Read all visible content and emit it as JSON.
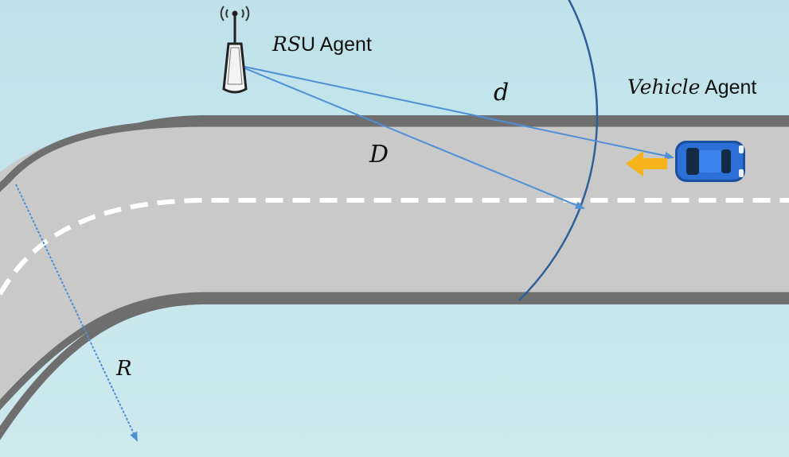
{
  "labels": {
    "rsu_italic": "RS",
    "rsu_rest": "U Agent",
    "vehicle_italic": "Vehicle",
    "vehicle_rest": " Agent",
    "d": "d",
    "D": "D",
    "R": "R"
  },
  "colors": {
    "background": "#c7e6ec",
    "road_edge": "#6e6e6e",
    "road_surface": "#c9c9c9",
    "lane_dash": "#ffffff",
    "arrow": "#4f8fd6",
    "range_arc": "#2f5f98",
    "vehicle_body": "#2c6fd6",
    "heading_arrow": "#f4b41a"
  },
  "icons": {
    "rsu": "antenna-tower-icon",
    "vehicle": "car-icon",
    "heading": "left-arrow-icon"
  }
}
